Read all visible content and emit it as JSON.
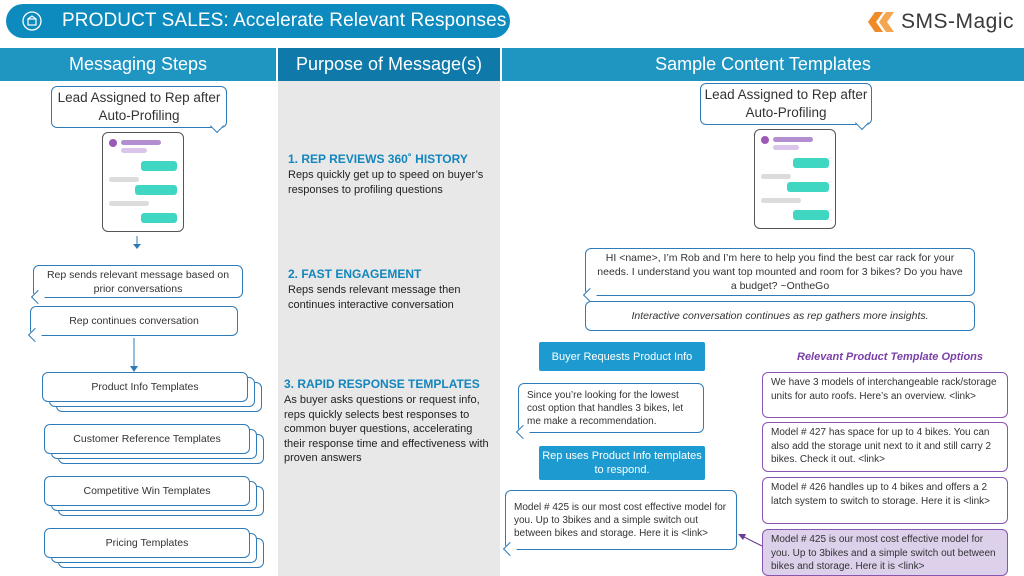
{
  "title": "PRODUCT SALES: Accelerate Relevant Responses",
  "logo": {
    "text": "SMS-Magic",
    "icon": "sms-magic-logo-icon",
    "accent": "#f08a24"
  },
  "colors": {
    "title_bar": "#0d8bbf",
    "header": "#1f95c2",
    "accent_blue": "#1386bd",
    "purple": "#8a55b0",
    "teal_mark": "#3fd6c2"
  },
  "columns": {
    "steps": "Messaging Steps",
    "purpose": "Purpose of Message(s)",
    "samples": "Sample Content Templates"
  },
  "steps": {
    "lead_bubble": "Lead Assigned to Rep after Auto-Profiling",
    "rep_sends": "Rep sends relevant message based on prior conversations",
    "rep_continues": "Rep continues conversation",
    "templates": [
      "Product Info Templates",
      "Customer Reference Templates",
      "Competitive Win Templates",
      "Pricing Templates"
    ]
  },
  "purpose": [
    {
      "heading": "1. REP REVIEWS 360˚ HISTORY",
      "body": "Reps quickly get up to speed on buyer’s responses to profiling questions"
    },
    {
      "heading": "2. FAST ENGAGEMENT",
      "body": "Reps sends relevant message then continues interactive conversation"
    },
    {
      "heading": "3. RAPID RESPONSE TEMPLATES",
      "body": "As buyer asks questions or request info, reps quickly selects best responses to common buyer questions, accelerating their response time and effectiveness with proven answers"
    }
  ],
  "samples": {
    "lead_bubble": "Lead Assigned to Rep after Auto-Profiling",
    "greeting": "HI <name>, I’m Rob and I’m here to help you find the best car rack for your needs. I understand you want top mounted and room for 3 bikes? Do you have a budget? ~OntheGo",
    "interactive": "Interactive conversation continues as rep gathers more insights.",
    "buyer_requests": "Buyer Requests Product Info",
    "buyer_message": "Since you’re looking for the lowest cost option that handles 3 bikes, let me make a recommendation.",
    "rep_uses": "Rep uses Product Info templates to respond.",
    "rep_reply": "Model # 425 is our most cost effective model for you. Up to 3bikes and a simple switch out between bikes and storage. Here it is <link>",
    "options_title": "Relevant Product Template Options",
    "options": [
      "We have 3 models of interchangeable rack/storage units for auto roofs. Here’s an overview.  <link>",
      "Model # 427 has space for up to 4 bikes. You can also add the storage unit next to it and still carry 2 bikes. Check it out. <link>",
      "Model # 426 handles up to 4 bikes and offers a 2 latch system to switch to storage. Here it is <link>",
      "Model # 425 is our most cost effective model for you. Up to 3bikes and a simple switch out between bikes and storage. Here it is <link>"
    ]
  }
}
